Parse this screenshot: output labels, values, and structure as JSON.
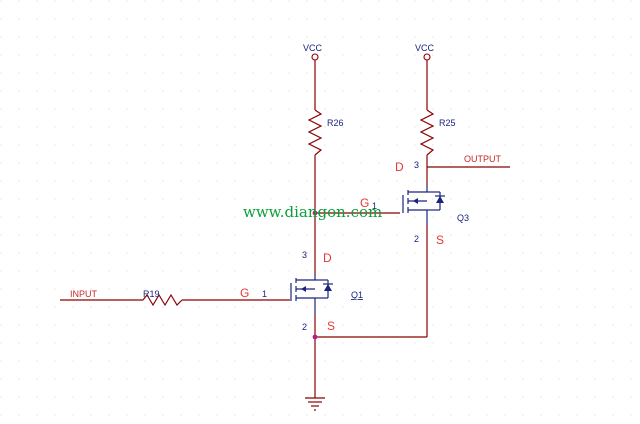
{
  "vcc_left": "VCC",
  "vcc_right": "VCC",
  "r26": "R26",
  "r25": "R25",
  "r19": "R19",
  "q1": "Q1",
  "q3": "Q3",
  "input": "INPUT",
  "output": "OUTPUT",
  "watermark": "www.diangon.com",
  "q1_pins": {
    "d_label": "D",
    "g_label": "G",
    "s_label": "S",
    "pin_d": "3",
    "pin_g": "1",
    "pin_s": "2"
  },
  "q3_pins": {
    "d_label": "D",
    "g_label": "G",
    "s_label": "S",
    "pin_d": "3",
    "pin_g": "1",
    "pin_s": "2"
  },
  "colors": {
    "wire": "#8b0000",
    "component": "#1a237e",
    "pin_label": "#e53935",
    "net_label": "#c62828",
    "watermark": "#0aa03a"
  }
}
